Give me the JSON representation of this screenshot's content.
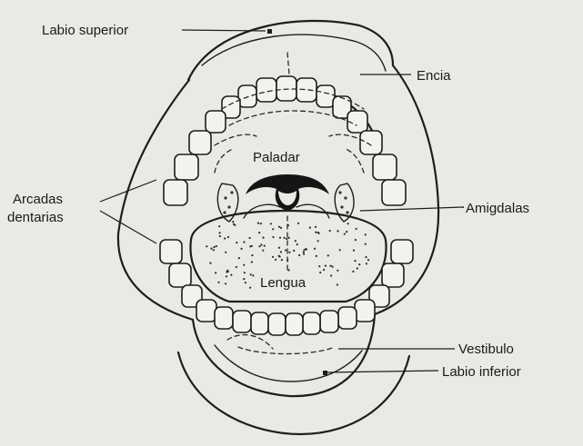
{
  "labels": {
    "labio_superior": "Labio superior",
    "encia": "Encia",
    "paladar": "Paladar",
    "arcadas_line1": "Arcadas",
    "arcadas_line2": "dentarias",
    "amigdalas": "Amigdalas",
    "lengua": "Lengua",
    "vestibulo": "Vestibulo",
    "labio_inferior": "Labio inferior"
  },
  "colors": {
    "background": "#ebe9e5",
    "ink": "#1e1e1e"
  }
}
